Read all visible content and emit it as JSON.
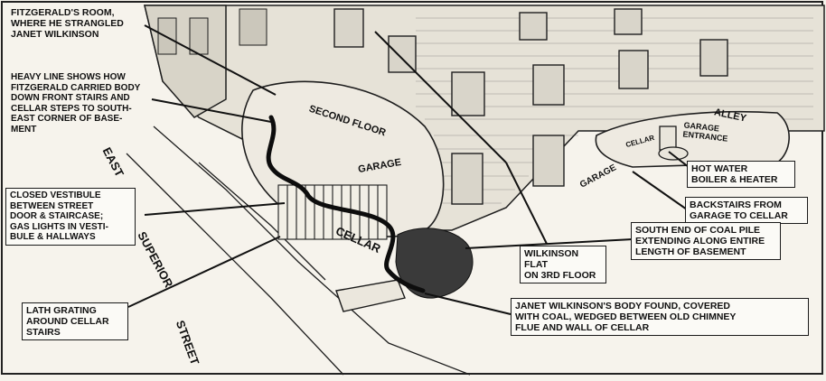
{
  "captions": {
    "fitzgerald_room": "FITZGERALD'S ROOM,\nWHERE HE STRANGLED\nJANET WILKINSON",
    "heavy_line": "HEAVY LINE SHOWS HOW\nFITZGERALD CARRIED BODY\nDOWN FRONT STAIRS AND\nCELLAR STEPS TO SOUTH-\nEAST CORNER OF BASE-\nMENT",
    "closed_vestibule": "CLOSED VESTIBULE\nBETWEEN STREET\nDOOR & STAIRCASE;\nGAS LIGHTS IN VESTI-\nBULE & HALLWAYS",
    "lath_grating": "LATH GRATING\nAROUND CELLAR\nSTAIRS",
    "hot_water": "HOT WATER\nBOILER & HEATER",
    "backstairs": "BACKSTAIRS FROM\nGARAGE TO CELLAR",
    "coal_pile": "SOUTH END OF COAL PILE\nEXTENDING ALONG ENTIRE\nLENGTH OF BASEMENT",
    "wilkinson_flat": "WILKINSON FLAT\nON 3RD FLOOR",
    "body_found": "JANET WILKINSON'S BODY FOUND, COVERED\nWITH COAL, WEDGED BETWEEN OLD CHIMNEY\nFLUE AND WALL OF CELLAR"
  },
  "labels": {
    "second_floor": "SECOND FLOOR",
    "garage_upper": "GARAGE",
    "garage_lower": "GARAGE",
    "cellar": "CELLAR",
    "cellar_small": "CELLAR",
    "alley": "ALLEY",
    "garage_entrance": "GARAGE\nENTRANCE",
    "street_east": "EAST",
    "street_superior": "SUPERIOR",
    "street_street": "STREET"
  }
}
